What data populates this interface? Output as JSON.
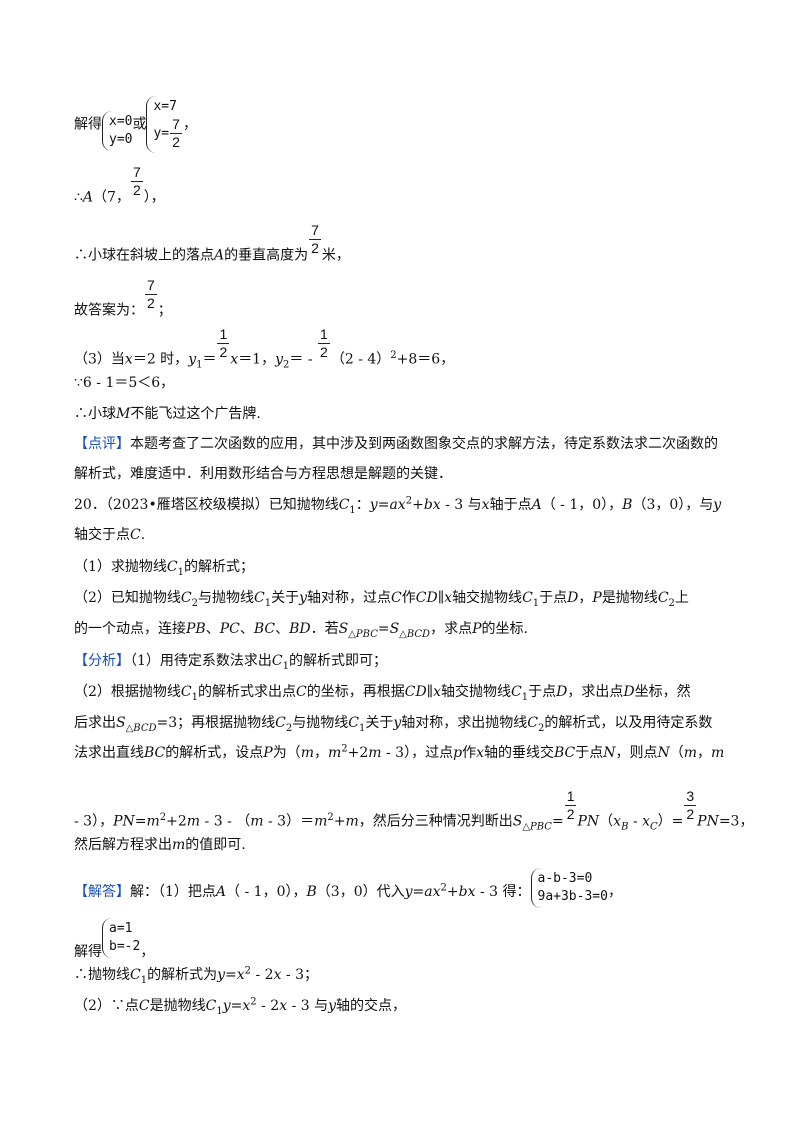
{
  "l1": {
    "prefix": "解得",
    "sysA": [
      "x=0",
      "y=0"
    ],
    "or": "或",
    "sysB_line1": "x=7",
    "sysB_var": "y=",
    "sysB_num": "7",
    "sysB_den": "2",
    "suffix": "，"
  },
  "l2": {
    "pre": "∴",
    "A": "A",
    "open": "（7，",
    "num": "7",
    "den": "2",
    "close": "），"
  },
  "l3": {
    "pre": "∴小球在斜坡上的落点",
    "A": "A",
    "mid": "的垂直高度为",
    "num": "7",
    "den": "2",
    "post": "米，"
  },
  "l4": {
    "pre": "故答案为：",
    "num": "7",
    "den": "2",
    "post": "；"
  },
  "l5": {
    "a": "（3）当",
    "x": "x",
    "b": "＝2 时，",
    "y1": "y",
    "s1": "1",
    "eq": "＝",
    "num": "1",
    "den": "2",
    "x2": "x",
    "c": "＝1，",
    "y2": "y",
    "s2": "2",
    "d": "＝ - ",
    "num2": "1",
    "den2": "2",
    "e": "（2 - 4）",
    "sq": "2",
    "f": "+8＝6，"
  },
  "l6": "∵6 - 1＝5＜6，",
  "l7": {
    "a": "∴小球",
    "M": "M",
    "b": "不能飞过这个广告牌."
  },
  "l8": {
    "tag": "【点评】",
    "text": "本题考查了二次函数的应用，其中涉及到两函数图象交点的求解方法，待定系数法求二次函数的"
  },
  "l9": "解析式，难度适中．利用数形结合与方程思想是解题的关键．",
  "l10": {
    "a": "20．（2023•雁塔区校级模拟）已知抛物线",
    "C": "C",
    "s": "1",
    "b": "：",
    "y": "y",
    "c": "=",
    "ax": "ax",
    "sq": "2",
    "d": "+",
    "bx": "bx",
    "e": " - 3 与",
    "x": "x",
    "f": "轴于点",
    "A": "A",
    "g": "（ - 1，0），",
    "B": "B",
    "h": "（3，0），与",
    "y2": "y"
  },
  "l11": {
    "a": "轴交于点",
    "C": "C",
    "b": "."
  },
  "l12": {
    "a": "（1）求抛物线",
    "C": "C",
    "s": "1",
    "b": "的解析式；"
  },
  "l13": {
    "a": "（2）已知抛物线",
    "C2": "C",
    "s2": "2",
    "b": "与抛物线",
    "C1": "C",
    "s1": "1",
    "c": "关于",
    "y": "y",
    "d": "轴对称，过点",
    "C": "C",
    "e": "作",
    "CD": "CD",
    "f": "∥",
    "x": "x",
    "g": "轴交抛物线",
    "C1b": "C",
    "s1b": "1",
    "h": "于点",
    "D": "D",
    "i": "，",
    "P": "P",
    "j": "是抛物线",
    "C2b": "C",
    "s2b": "2",
    "k": "上"
  },
  "l14": {
    "a": "的一个动点，连接",
    "PB": "PB",
    "b": "、",
    "PC": "PC",
    "c": "、",
    "BC": "BC",
    "d": "、",
    "BD": "BD",
    "e": "．若",
    "S1": "S",
    "sub1": "△PBC",
    "eq": "=",
    "S2": "S",
    "sub2": "△BCD",
    "f": "，求点",
    "P": "P",
    "g": "的坐标."
  },
  "l15": {
    "tag": "【分析】",
    "a": "（1）用待定系数法求出",
    "C": "C",
    "s": "1",
    "b": "的解析式即可；"
  },
  "l16": {
    "a": "（2）根据抛物线",
    "C1": "C",
    "s1": "1",
    "b": "的解析式求出点",
    "C": "C",
    "c": "的坐标，再根据",
    "CD": "CD",
    "d": "∥",
    "x": "x",
    "e": "轴交抛物线",
    "C1b": "C",
    "s1b": "1",
    "f": "于点",
    "D": "D",
    "g": "，求出点",
    "D2": "D",
    "h": "坐标，然"
  },
  "l17": {
    "a": "后求出",
    "S": "S",
    "sub": "△BCD",
    "b": "=3；再根据抛物线",
    "C2": "C",
    "s2": "2",
    "c": "与抛物线",
    "C1": "C",
    "s1": "1",
    "d": "关于",
    "y": "y",
    "e": "轴对称，求出抛物线",
    "C2b": "C",
    "s2b": "2",
    "f": "的解析式，以及用待定系数"
  },
  "l18": {
    "a": "法求出直线",
    "BC": "BC",
    "b": "的解析式，设点",
    "P": "P",
    "c": "为（",
    "m": "m",
    "d": "，",
    "m2": "m",
    "sq": "2",
    "e": "+2",
    "m3": "m",
    "f": " - 3），过点",
    "p": "p",
    "g": "作",
    "x": "x",
    "h": "轴的垂线交",
    "BC2": "BC",
    "i": "于点",
    "N": "N",
    "j": "，则点",
    "N2": "N",
    "k": "（",
    "mm": "m",
    "l": "，",
    "mmm": "m"
  },
  "l19": {
    "a": " - 3），",
    "PN": "PN",
    "b": "=",
    "m": "m",
    "sq": "2",
    "c": "+2",
    "m2": "m",
    "d": " - 3 - （",
    "m3": "m",
    "e": " - 3）＝",
    "m4": "m",
    "sq2": "2",
    "f": "+",
    "m5": "m",
    "g": "，然后分三种情况判断出",
    "S": "S",
    "sub": "△PBC",
    "h": "=",
    "num": "1",
    "den": "2",
    "PN2": "PN",
    "i": "（",
    "xB": "x",
    "sB": "B",
    "j": " - ",
    "xC": "x",
    "sC": "C",
    "k": "）=",
    "num2": "3",
    "den2": "2",
    "PN3": "PN",
    "l": "=3，"
  },
  "l20": {
    "a": "然后解方程求出",
    "m": "m",
    "b": "的值即可."
  },
  "l21": {
    "tag": "【解答】",
    "a": "解：（1）把点",
    "A": "A",
    "b": "（ - 1，0），",
    "B": "B",
    "c": "（3，0）代入",
    "y": "y",
    "d": "=",
    "ax": "ax",
    "sq": "2",
    "e": "+",
    "bx": "bx",
    "f": " - 3 得：",
    "sys": [
      "a-b-3=0",
      "9a+3b-3=0"
    ],
    "g": "，"
  },
  "l22": {
    "a": "解得",
    "sys": [
      "a=1",
      "b=-2"
    ],
    "b": "，"
  },
  "l23": {
    "a": "∴抛物线",
    "C": "C",
    "s": "1",
    "b": "的解析式为",
    "y": "y",
    "c": "=",
    "x": "x",
    "sq": "2",
    "d": " - 2",
    "x2": "x",
    "e": " - 3；"
  },
  "l24": {
    "a": "（2）∵点",
    "C": "C",
    "b": "是抛物线",
    "C1": "C",
    "s": "1",
    "y": "y",
    "c": "=",
    "x": "x",
    "sq": "2",
    "d": " - 2",
    "x2": "x",
    "e": " - 3 与",
    "y2": "y",
    "f": "轴的交点，"
  }
}
